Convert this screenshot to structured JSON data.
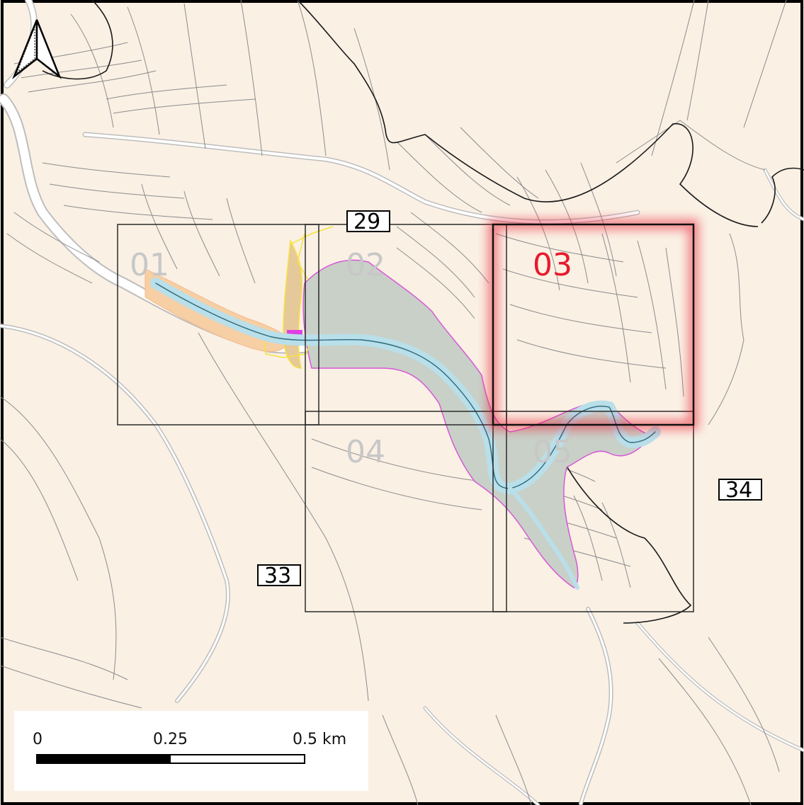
{
  "colors": {
    "background": "#faf0e4",
    "parcel_line": "#8c8c8c",
    "road_edge": "#bdbdbd",
    "river": "#b9dfea",
    "floodplain": "#c9d0c8",
    "floodplain_edge": "#d659d6",
    "highlight": "#e8192c",
    "tile_label": "#c7c7c7"
  },
  "tiles": [
    {
      "id": "01",
      "label": "01",
      "highlighted": false
    },
    {
      "id": "02",
      "label": "02",
      "highlighted": false
    },
    {
      "id": "03",
      "label": "03",
      "highlighted": true
    },
    {
      "id": "04",
      "label": "04",
      "highlighted": false
    },
    {
      "id": "05",
      "label": "05",
      "highlighted": false
    }
  ],
  "adjacent_sheets": [
    "29",
    "33",
    "34"
  ],
  "scale_bar": {
    "labels": [
      "0",
      "0.25",
      "0.5 km"
    ]
  },
  "north_arrow": {
    "icon": "north-arrow-icon"
  }
}
